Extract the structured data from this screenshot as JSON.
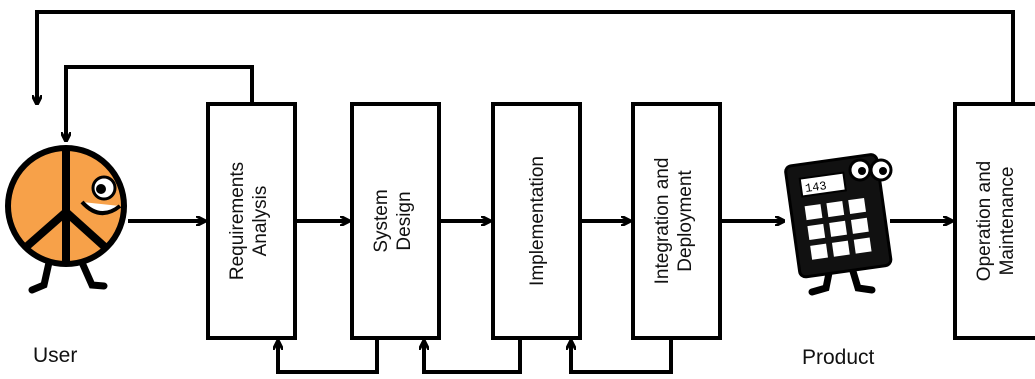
{
  "user": {
    "label": "User"
  },
  "product": {
    "label": "Product",
    "screen_text": "143"
  },
  "stages": [
    {
      "line1": "Requirements",
      "line2": "Analysis"
    },
    {
      "line1": "System",
      "line2": "Design"
    },
    {
      "line1": "Implementation",
      "line2": ""
    },
    {
      "line1": "Integration and",
      "line2": "Deployment"
    },
    {
      "line1": "Operation and",
      "line2": "Maintenance"
    }
  ],
  "colors": {
    "line": "#000000",
    "user_face": "#f7a149",
    "product_body": "#111111"
  },
  "icons": {
    "user": "peace-sign-character-icon",
    "product": "calculator-character-icon"
  }
}
